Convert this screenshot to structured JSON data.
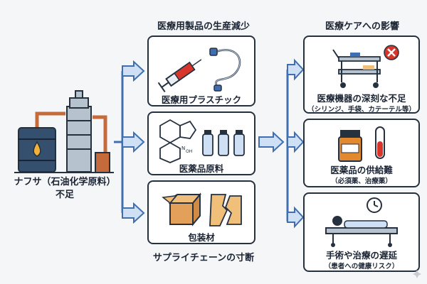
{
  "source": {
    "line1": "ナフサ（石油化学原料）",
    "line2": "不足"
  },
  "middle": {
    "header": "医療用製品の生産減少",
    "items": [
      {
        "label": "医療用プラスチック"
      },
      {
        "label": "医薬品原料"
      },
      {
        "label": "包装材"
      }
    ],
    "footer": "サプライチェーンの寸断"
  },
  "right": {
    "header": "医療ケアへの影響",
    "items": [
      {
        "label": "医療機器の深刻な不足",
        "sub": "（シリンジ、手袋、カテーテル等）"
      },
      {
        "label": "医薬品の供給難",
        "sub": "（必須薬、治療薬）"
      },
      {
        "label": "手術や治療の遅延",
        "sub": "（患者への健康リスク）"
      }
    ]
  },
  "colors": {
    "arrow": "#3f6fb0",
    "arrow_fill": "#cfe0f4",
    "box_border": "#263140",
    "accent_red": "#d9362b",
    "orange": "#e2882e"
  }
}
